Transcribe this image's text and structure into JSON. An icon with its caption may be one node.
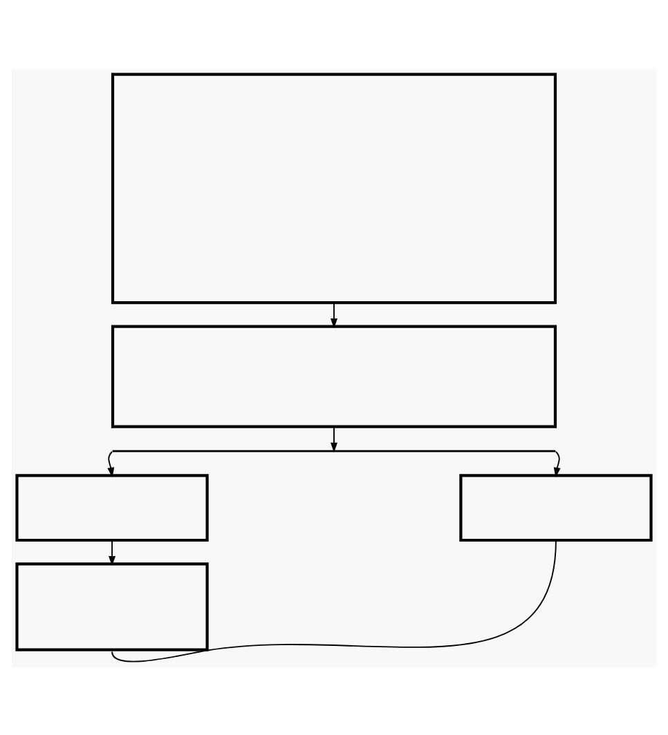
{
  "diagram": {
    "nodes": [
      {
        "text": [],
        "shape": "box"
      },
      {
        "text": [],
        "shape": "box"
      },
      {
        "text": [],
        "shape": "bar"
      },
      {
        "text": [],
        "shape": "box"
      },
      {
        "text": [],
        "shape": "box"
      },
      {
        "text": [],
        "shape": "box"
      }
    ],
    "edges": [
      {
        "from": 0,
        "to": 1,
        "arrow": "to"
      },
      {
        "from": 1,
        "to": 2,
        "arrow": "to"
      },
      {
        "from": 2,
        "to": 3,
        "arrow": "to"
      },
      {
        "from": 2,
        "to": 4,
        "arrow": "to"
      },
      {
        "from": 3,
        "to": 5,
        "arrow": "to"
      },
      {
        "from": 5,
        "to": 4,
        "arrow": "none"
      }
    ]
  }
}
